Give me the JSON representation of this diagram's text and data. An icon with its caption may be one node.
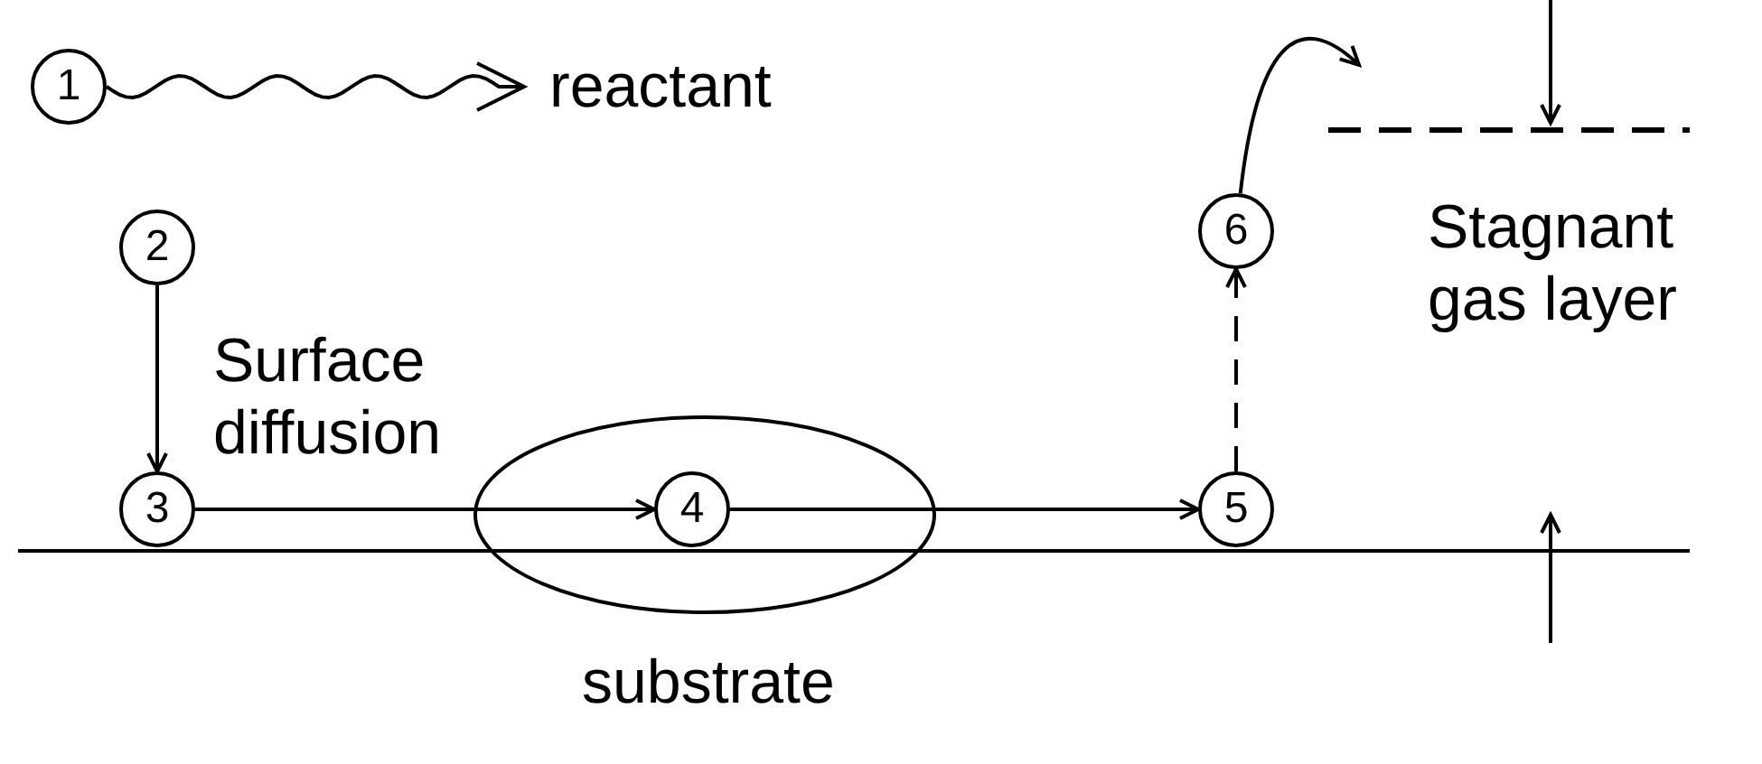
{
  "diagram": {
    "nodes": [
      {
        "text": [
          "1"
        ]
      },
      {
        "text": [
          "reactant"
        ]
      },
      {
        "text": [
          "2"
        ]
      },
      {
        "text": [
          "3"
        ]
      },
      {
        "text": [],
        "shape": "ellipse"
      },
      {
        "text": [
          "4"
        ],
        "in": 4
      },
      {
        "text": [
          "5"
        ]
      },
      {
        "text": [
          "6"
        ]
      }
    ],
    "edges": [
      {
        "from": 0,
        "to": 1,
        "arrow": "to"
      },
      {
        "from": 2,
        "to": 3,
        "arrow": "to"
      },
      {
        "from": 3,
        "to": 5,
        "arrow": "to",
        "label": "Surface diffusion"
      },
      {
        "from": 5,
        "to": 6,
        "arrow": "to"
      },
      {
        "from": 6,
        "to": 7,
        "arrow": "to",
        "style": "dashed"
      },
      {
        "from": 7,
        "to": null,
        "arrow": "to"
      }
    ],
    "labels": [
      "substrate",
      "Stagnant gas layer"
    ]
  }
}
